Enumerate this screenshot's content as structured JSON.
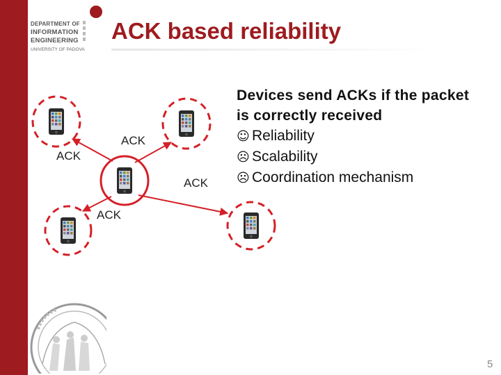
{
  "slide": {
    "title": "ACK based reliability",
    "page_number": "5"
  },
  "logo": {
    "line1": "DEPARTMENT OF",
    "line2": "INFORMATION",
    "line3": "ENGINEERING",
    "line4": "UNIVERSITY OF PADOVA"
  },
  "diagram": {
    "ack_labels": [
      "ACK",
      "ACK",
      "ACK",
      "ACK"
    ],
    "colors": {
      "ring": "#d42027",
      "arrow": "#d42027",
      "brand": "#9e1b1f"
    }
  },
  "text": {
    "heading_line1": "Devices send ACKs if the packet",
    "heading_line2": "is correctly received",
    "items": [
      {
        "icon": "smiley-icon",
        "symbol": "☺",
        "label": "Reliability"
      },
      {
        "icon": "frowny-icon",
        "symbol": "☹",
        "label": "Scalability"
      },
      {
        "icon": "frowny-icon",
        "symbol": "☹",
        "label": "Coordination mechanism"
      }
    ]
  }
}
